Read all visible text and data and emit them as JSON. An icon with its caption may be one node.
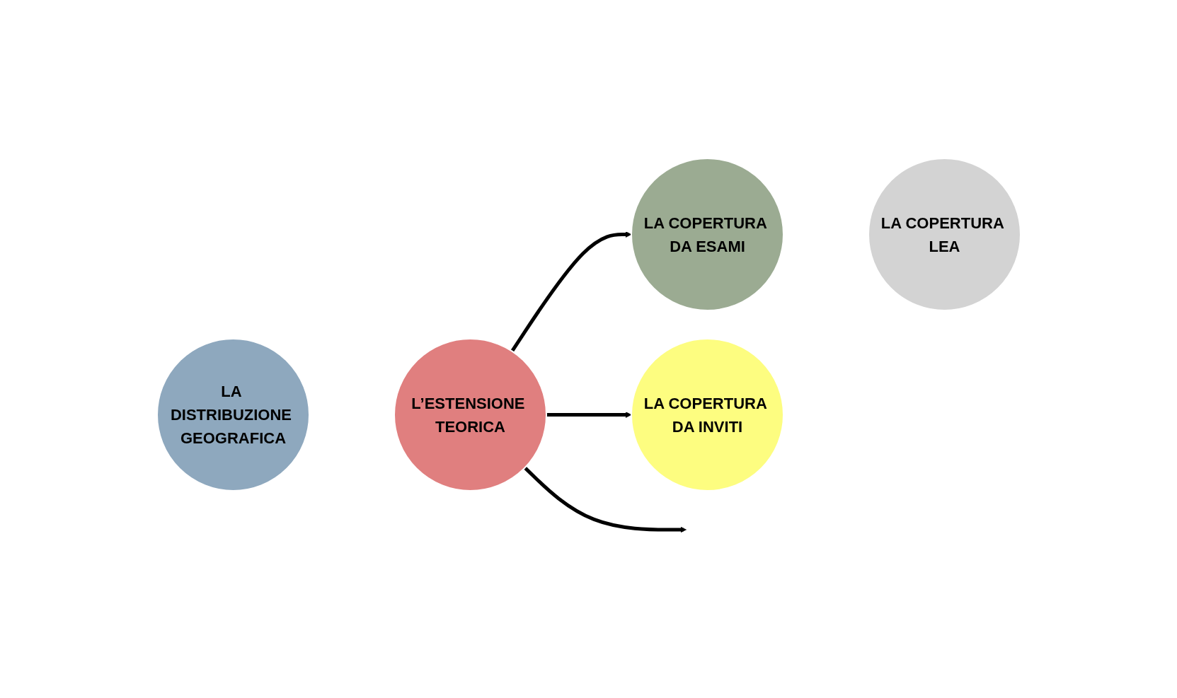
{
  "diagram": {
    "nodes": [
      {
        "text": [
          "LA DISTRIBUZIONE GEOGRAFICA"
        ]
      },
      {
        "text": [
          "L’ESTENSIONE TEORICA"
        ]
      },
      {
        "text": [
          "LA COPERTURA DA ESAMI"
        ]
      },
      {
        "text": [
          "LA COPERTURA LEA"
        ]
      },
      {
        "text": [
          "LA COPERTURA DA INVITI"
        ]
      }
    ],
    "edges": [
      {
        "from": 1,
        "to": 2,
        "arrow": "to"
      },
      {
        "from": 1,
        "to": null,
        "arrow": "to"
      },
      {
        "from": 1,
        "to": 4,
        "arrow": "to"
      }
    ]
  }
}
